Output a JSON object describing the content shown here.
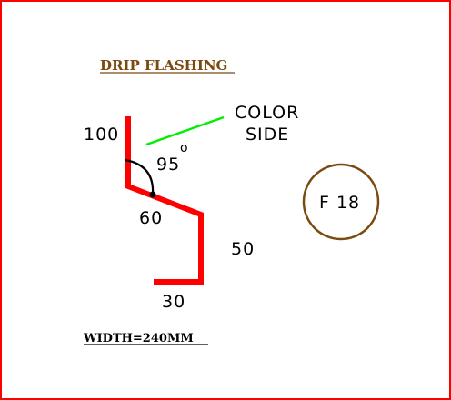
{
  "drawing": {
    "title": "DRIP  FLASHING",
    "width_label": "WIDTH=240MM",
    "color_side": {
      "line1": "COLOR",
      "line2": "SIDE"
    },
    "dims": {
      "top_leg": "100",
      "angle": "95",
      "angle_unit": "o",
      "slope": "60",
      "vertical": "50",
      "bottom": "30"
    },
    "badge": "F 18"
  },
  "colors": {
    "border": "#ff0000",
    "profile": "#ff0000",
    "color_side_marker": "#00ee00",
    "title": "#7a4a10",
    "badge_ring": "#7a4a10",
    "text": "#000000"
  }
}
